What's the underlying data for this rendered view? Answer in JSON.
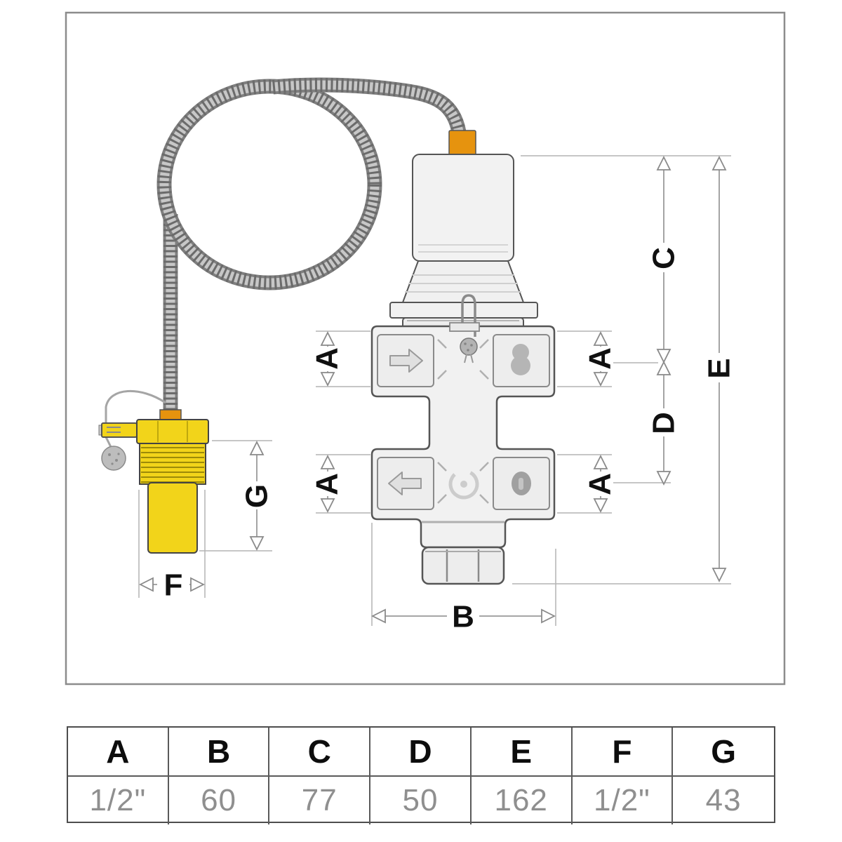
{
  "drawing": {
    "labels": {
      "A": "A",
      "B": "B",
      "C": "C",
      "D": "D",
      "E": "E",
      "F": "F",
      "G": "G"
    },
    "icons": {
      "upper_left_port": "arrow-right-icon",
      "upper_right_port": "figure8-seal-icon",
      "lower_left_port": "arrow-left-icon",
      "lower_right_port": "plug-icon",
      "body_center": "swirl-logo-icon",
      "tamper_seal": "lead-seal-icon",
      "sensor_seal": "ball-seal-icon"
    },
    "colors": {
      "brass": "#f2d41a",
      "orange": "#e6930e"
    }
  },
  "table": {
    "headers": [
      "A",
      "B",
      "C",
      "D",
      "E",
      "F",
      "G"
    ],
    "values": [
      "1/2\"",
      "60",
      "77",
      "50",
      "162",
      "1/2\"",
      "43"
    ]
  }
}
